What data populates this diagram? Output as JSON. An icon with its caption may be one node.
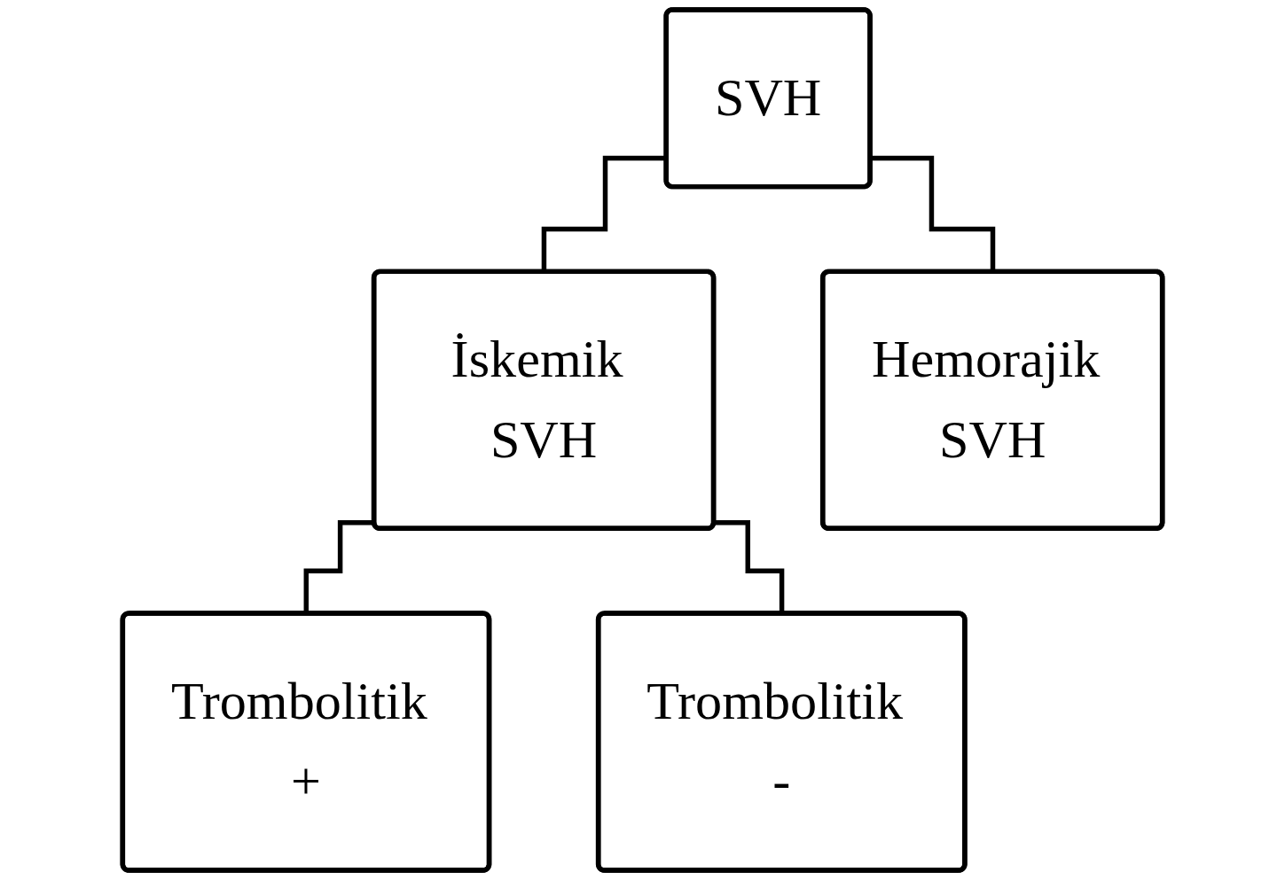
{
  "diagram": {
    "nodes": [
      {
        "text": [
          "SVH"
        ]
      },
      {
        "text": [
          "İskemik SVH"
        ]
      },
      {
        "text": [
          "Hemorajik SVH"
        ]
      },
      {
        "text": [
          "Trombolitik +"
        ]
      },
      {
        "text": [
          "Trombolitik -"
        ]
      }
    ],
    "edges": [
      {
        "from": 0,
        "to": 1,
        "arrow": "none"
      },
      {
        "from": 0,
        "to": 2,
        "arrow": "none"
      },
      {
        "from": 1,
        "to": 3,
        "arrow": "none"
      },
      {
        "from": 1,
        "to": 4,
        "arrow": "none"
      }
    ]
  }
}
